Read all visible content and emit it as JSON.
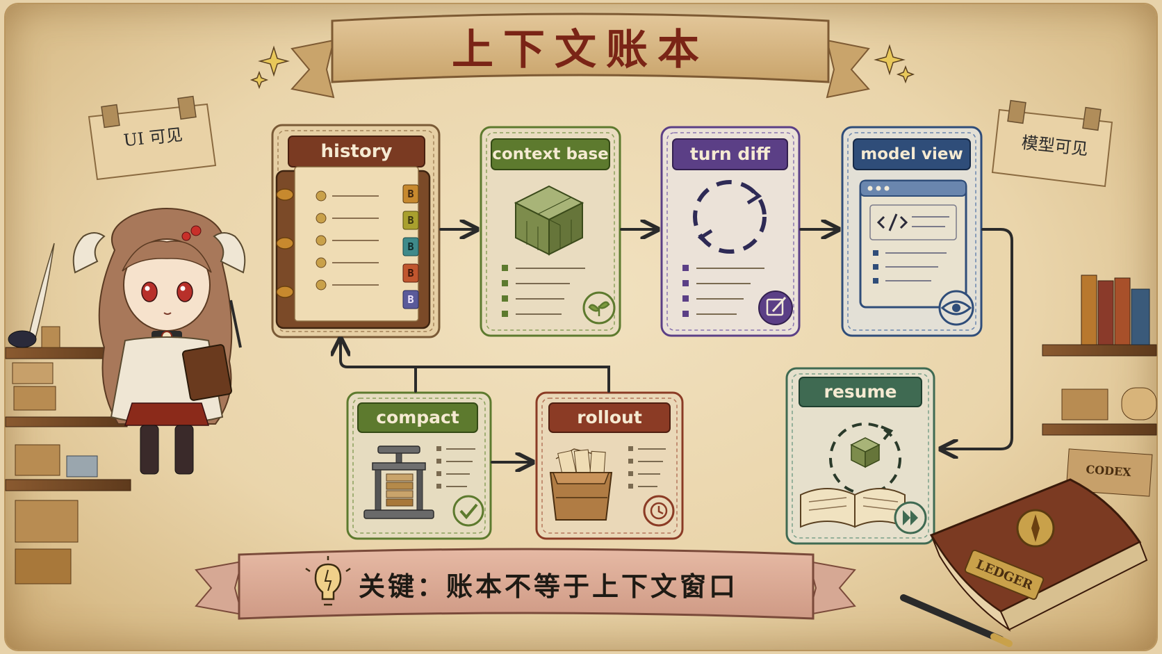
{
  "title": "上下文账本",
  "corner_notes": {
    "left": "UI 可见",
    "right": "模型可见"
  },
  "nodes": {
    "history": {
      "label": "history",
      "icon": "ring-binder-ledger-icon"
    },
    "context_base": {
      "label": "context base",
      "icon": "green-cube-icon"
    },
    "turn_diff": {
      "label": "turn diff",
      "icon": "cycle-arrows-icon"
    },
    "model_view": {
      "label": "model view",
      "icon": "code-window-icon"
    },
    "resume": {
      "label": "resume",
      "icon": "open-book-loop-icon"
    },
    "compact": {
      "label": "compact",
      "icon": "book-press-icon"
    },
    "rollout": {
      "label": "rollout",
      "icon": "card-crate-icon"
    }
  },
  "binder_tabs": [
    "B",
    "B",
    "B",
    "B",
    "B"
  ],
  "bottom_banner": {
    "text": "关键：账本不等于上下文窗口"
  },
  "props": {
    "ledger_label": "LEDGER",
    "codex_label": "CODEX"
  },
  "colors": {
    "history": "#7a3a22",
    "context_base": "#5d7a2e",
    "turn_diff": "#5b3f86",
    "model_view": "#2f4d79",
    "resume": "#3f6a52",
    "compact": "#5d7a2e",
    "rollout": "#8b3b25",
    "title": "#7a2416",
    "arrow": "#2a2a2a"
  }
}
